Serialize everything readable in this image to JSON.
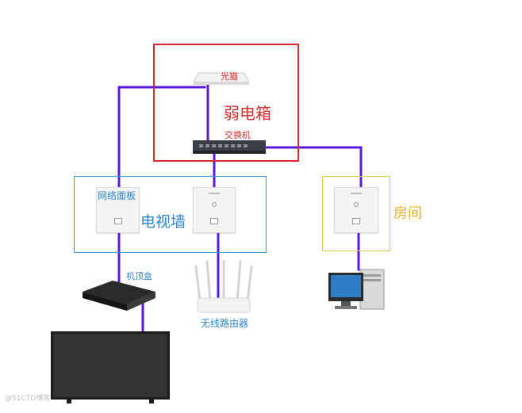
{
  "diagram": {
    "cabinet_title": "弱电箱",
    "modem_label": "光猫",
    "switch_label": "交换机",
    "tv_wall_label": "电视墙",
    "network_panel_label": "网络面板",
    "room_label": "房间",
    "settop_label": "机顶盒",
    "router_label": "无线路由器",
    "watermark": "@51CTO博客"
  },
  "colors": {
    "wire": "#5a18e0",
    "cabinet_border": "#d72c2c",
    "tvwall_border": "#3b9ad9",
    "room_border": "#e5c24a"
  },
  "icons": [
    "modem-icon",
    "switch-icon",
    "wall-panel-icon",
    "set-top-box-icon",
    "tv-icon",
    "wireless-router-icon",
    "desktop-pc-icon"
  ]
}
